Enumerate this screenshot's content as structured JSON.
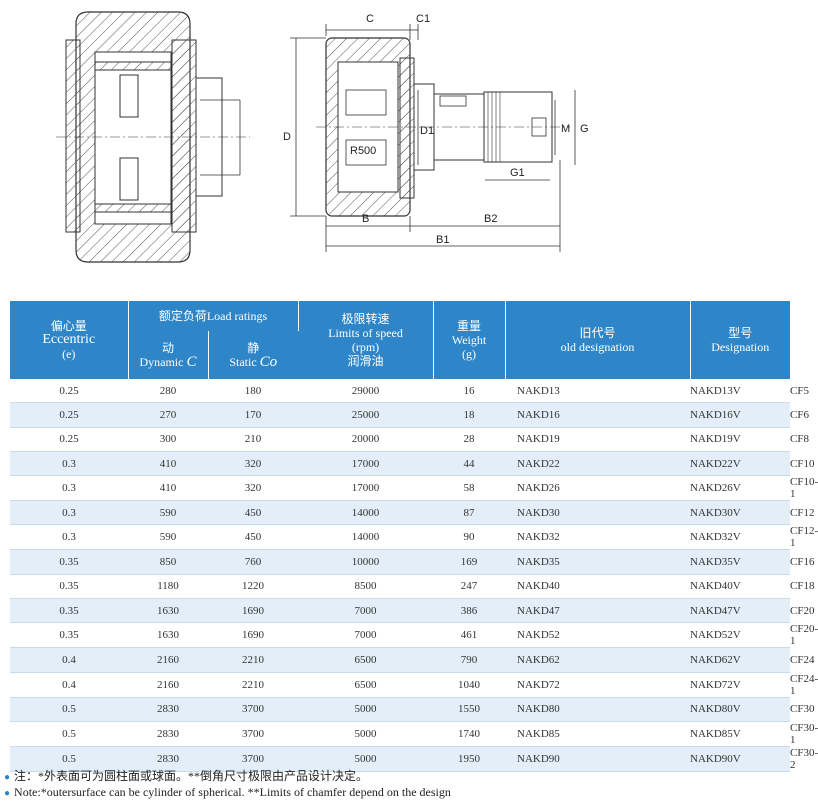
{
  "drawing": {
    "dim_labels": {
      "C": "C",
      "C1": "C1",
      "D": "D",
      "D1": "D1",
      "R500": "R500",
      "M": "M",
      "G": "G",
      "G1": "G1",
      "B": "B",
      "B1": "B1",
      "B2": "B2"
    }
  },
  "table": {
    "headers": {
      "eccentric_cn": "偏心量",
      "eccentric_en": "Eccentric",
      "eccentric_unit": "(e)",
      "load_group": "额定负荷Load ratings",
      "dynamic_cn": "动",
      "dynamic_en": "Dynamic",
      "dynamic_sym": "C",
      "static_cn": "静",
      "static_en": "Static",
      "static_sym": "Co",
      "speed_cn": "极限转速",
      "speed_en": "Limits of speed",
      "speed_unit": "(rpm)",
      "speed_sub": "润滑油",
      "weight_cn": "重量",
      "weight_en": "Weight",
      "weight_unit": "(g)",
      "old_cn": "旧代号",
      "old_en": "old designation",
      "model_cn": "型号",
      "model_en": "Designation"
    },
    "rows": [
      [
        "0.25",
        "280",
        "180",
        "29000",
        "16",
        "NAKD13",
        "NAKD13V",
        "CF5"
      ],
      [
        "0.25",
        "270",
        "170",
        "25000",
        "18",
        "NAKD16",
        "NAKD16V",
        "CF6"
      ],
      [
        "0.25",
        "300",
        "210",
        "20000",
        "28",
        "NAKD19",
        "NAKD19V",
        "CF8"
      ],
      [
        "0.3",
        "410",
        "320",
        "17000",
        "44",
        "NAKD22",
        "NAKD22V",
        "CF10"
      ],
      [
        "0.3",
        "410",
        "320",
        "17000",
        "58",
        "NAKD26",
        "NAKD26V",
        "CF10-1"
      ],
      [
        "0.3",
        "590",
        "450",
        "14000",
        "87",
        "NAKD30",
        "NAKD30V",
        "CF12"
      ],
      [
        "0.3",
        "590",
        "450",
        "14000",
        "90",
        "NAKD32",
        "NAKD32V",
        "CF12-1"
      ],
      [
        "0.35",
        "850",
        "760",
        "10000",
        "169",
        "NAKD35",
        "NAKD35V",
        "CF16"
      ],
      [
        "0.35",
        "1180",
        "1220",
        "8500",
        "247",
        "NAKD40",
        "NAKD40V",
        "CF18"
      ],
      [
        "0.35",
        "1630",
        "1690",
        "7000",
        "386",
        "NAKD47",
        "NAKD47V",
        "CF20"
      ],
      [
        "0.35",
        "1630",
        "1690",
        "7000",
        "461",
        "NAKD52",
        "NAKD52V",
        "CF20-1"
      ],
      [
        "0.4",
        "2160",
        "2210",
        "6500",
        "790",
        "NAKD62",
        "NAKD62V",
        "CF24"
      ],
      [
        "0.4",
        "2160",
        "2210",
        "6500",
        "1040",
        "NAKD72",
        "NAKD72V",
        "CF24-1"
      ],
      [
        "0.5",
        "2830",
        "3700",
        "5000",
        "1550",
        "NAKD80",
        "NAKD80V",
        "CF30"
      ],
      [
        "0.5",
        "2830",
        "3700",
        "5000",
        "1740",
        "NAKD85",
        "NAKD85V",
        "CF30-1"
      ],
      [
        "0.5",
        "2830",
        "3700",
        "5000",
        "1950",
        "NAKD90",
        "NAKD90V",
        "CF30-2"
      ]
    ]
  },
  "notes": {
    "cn": "注：*外表面可为圆柱面或球面。**倒角尺寸极限由产品设计决定。",
    "en": "Note:*outersurface can be cylinder of spherical. **Limits of chamfer depend on the design"
  },
  "colors": {
    "header_bg": "#2e86c8",
    "stripe_bg": "#e3eef8",
    "line": "#333333"
  }
}
